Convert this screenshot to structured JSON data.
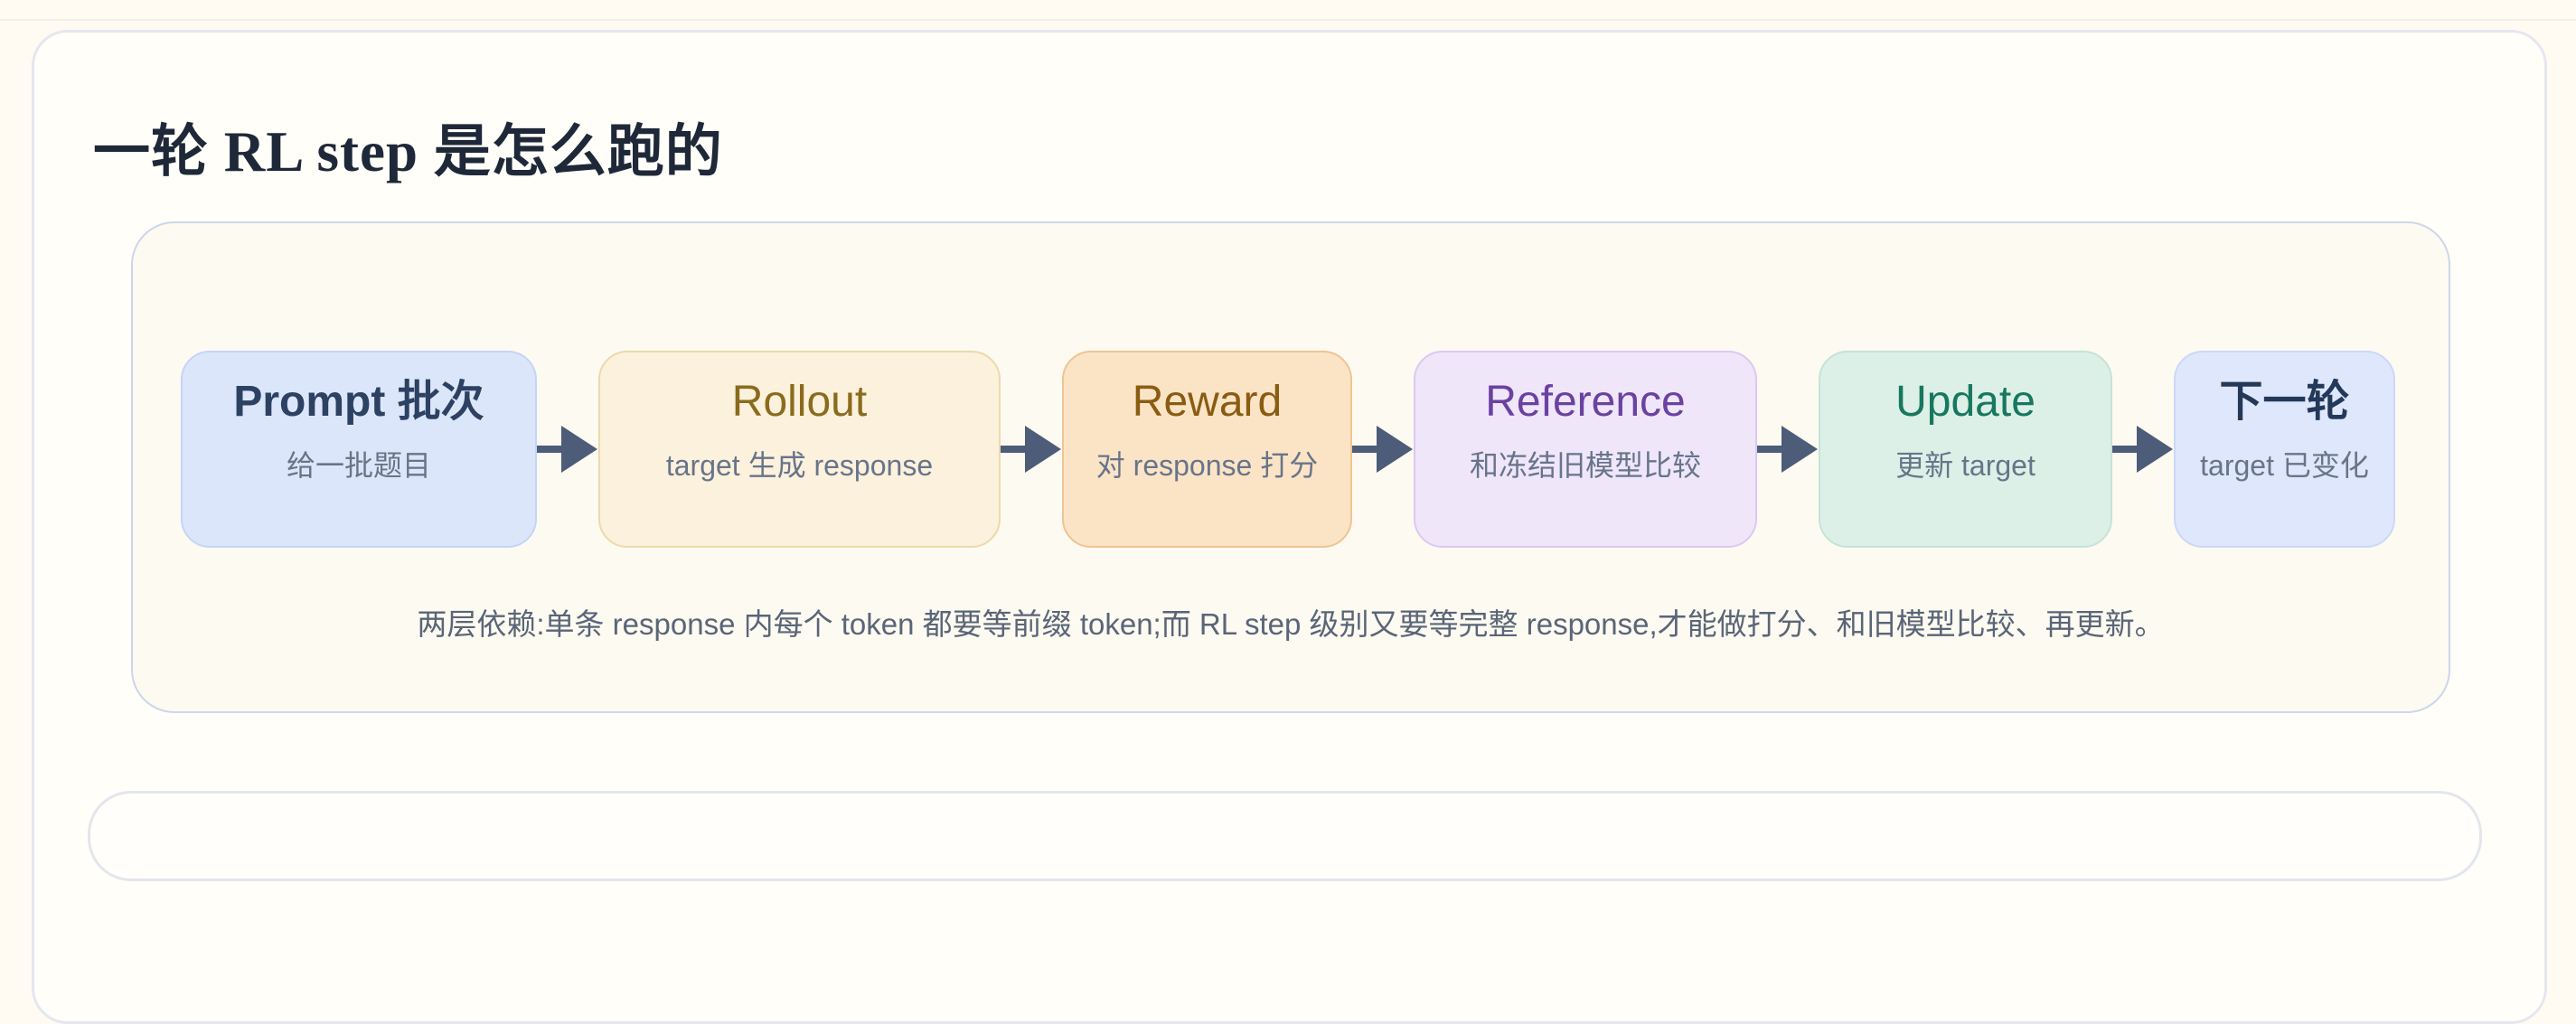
{
  "page": {
    "title": "一轮 RL step 是怎么跑的",
    "background_color": "#FFFBF2",
    "card_border_color": "#E4E7F0"
  },
  "flow": {
    "arrow_icon": "right-arrow",
    "arrow_color": "#4C5C79",
    "card_bg": "#FDFAF1",
    "card_border": "#CCD6EB",
    "subtitle_color": "#68748A",
    "steps": [
      {
        "id": "prompt",
        "title": "Prompt 批次",
        "subtitle": "给一批题目",
        "bg": "#DCE6FB",
        "border": "#C5D4F7",
        "title_color": "#2D4162",
        "title_weight": "600"
      },
      {
        "id": "rollout",
        "title": "Rollout",
        "subtitle": "target 生成 response",
        "bg": "#FBF1DC",
        "border": "#EDD9AB",
        "title_color": "#8A6B1D",
        "title_weight": "500"
      },
      {
        "id": "reward",
        "title": "Reward",
        "subtitle": "对 response 打分",
        "bg": "#FBE4C6",
        "border": "#EFC493",
        "title_color": "#8A5C12",
        "title_weight": "500"
      },
      {
        "id": "reference",
        "title": "Reference",
        "subtitle": "和冻结旧模型比较",
        "bg": "#EFE6FA",
        "border": "#DCC8F2",
        "title_color": "#6B41A1",
        "title_weight": "500"
      },
      {
        "id": "update",
        "title": "Update",
        "subtitle": "更新 target",
        "bg": "#DCF0E7",
        "border": "#C5E3D6",
        "title_color": "#17785F",
        "title_weight": "500"
      },
      {
        "id": "next-round",
        "title": "下一轮",
        "subtitle": "target 已变化",
        "bg": "#DEE7FC",
        "border": "#CBD8F8",
        "title_color": "#243859",
        "title_weight": "700"
      }
    ],
    "note": "两层依赖:单条 response 内每个 token 都要等前缀 token;而 RL step 级别又要等完整 response,才能做打分、和旧模型比较、再更新。"
  }
}
